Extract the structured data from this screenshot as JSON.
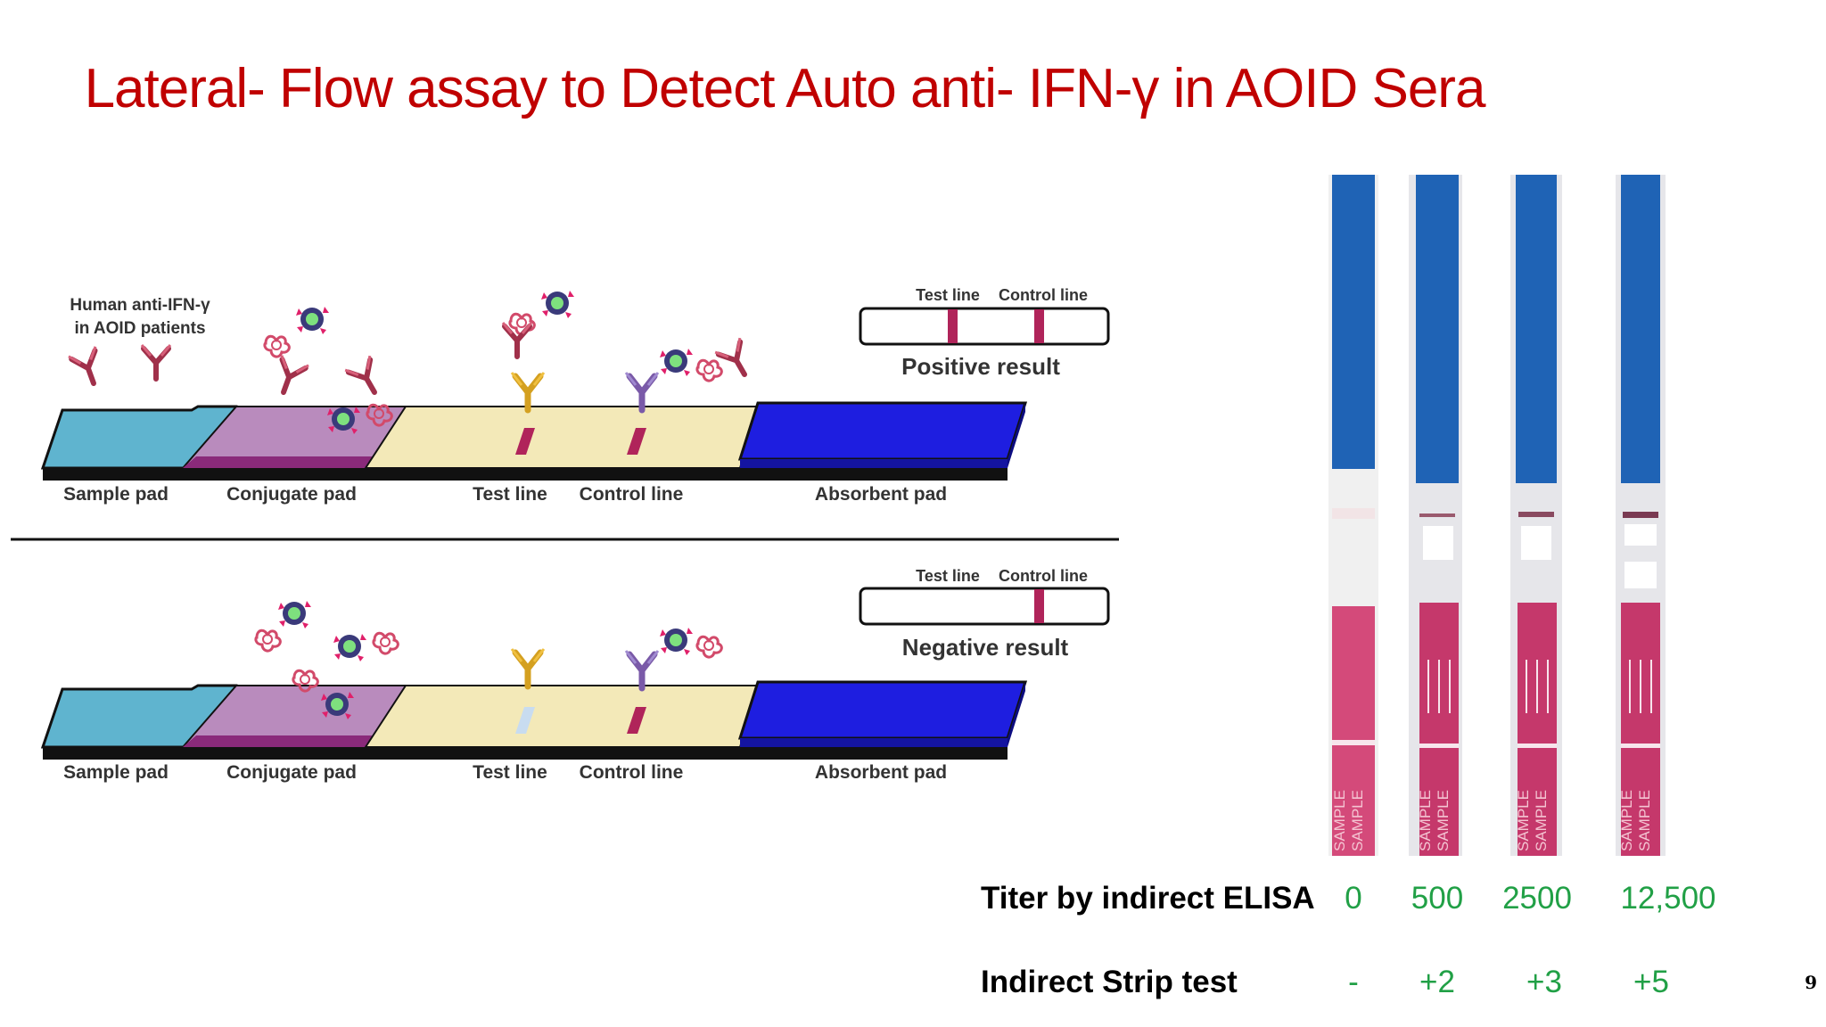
{
  "title": "Lateral- Flow assay to Detect Auto anti- IFN-γ in AOID Sera",
  "page_number": "9",
  "diagram": {
    "antibody_caption_line1": "Human anti-IFN-γ",
    "antibody_caption_line2": "in AOID patients",
    "pad_labels": {
      "sample": "Sample pad",
      "conjugate": "Conjugate pad",
      "test": "Test line",
      "control": "Control line",
      "absorbent": "Absorbent pad"
    },
    "result_window": {
      "test_line_label": "Test line",
      "control_line_label": "Control line"
    },
    "positive_result": "Positive result",
    "negative_result": "Negative result"
  },
  "strip_photo": {
    "strip_text": "SAMPLE"
  },
  "results_table": {
    "row1_label": "Titer by indirect ELISA",
    "row1_values": [
      "0",
      "500",
      "2500",
      "12,500"
    ],
    "row2_label": "Indirect Strip test",
    "row2_values": [
      "-",
      "+2",
      "+3",
      "+5"
    ]
  },
  "colors": {
    "title": "#c00000",
    "values": "#21a046",
    "sample_pad": "#5fb4cf",
    "conjugate_pad": "#b98bbd",
    "membrane": "#f3e9b8",
    "absorbent_pad": "#1e1ee0",
    "test_line": "#b0245a",
    "strip_blue": "#1f63b5",
    "strip_pink": "#c5386b"
  }
}
